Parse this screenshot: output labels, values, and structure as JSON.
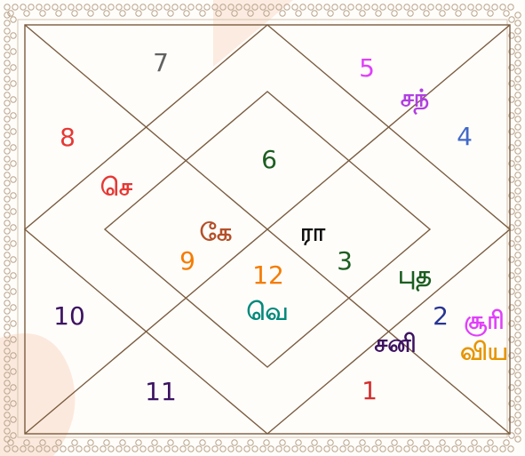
{
  "colors": {
    "chart_line": "#7a5c3f",
    "border_ornament": "#b9a48c",
    "border_inner": "#d3c4b0",
    "watermark": "#fbe3d6"
  },
  "house_numbers": [
    {
      "text": "1",
      "color": "#d32f2f"
    },
    {
      "text": "2",
      "color": "#283593"
    },
    {
      "text": "3",
      "color": "#1b5e20"
    },
    {
      "text": "4",
      "color": "#4169c8"
    },
    {
      "text": "5",
      "color": "#e040fb"
    },
    {
      "text": "6",
      "color": "#1b5e20"
    },
    {
      "text": "7",
      "color": "#616161"
    },
    {
      "text": "8",
      "color": "#e53935"
    },
    {
      "text": "9",
      "color": "#f57c00"
    },
    {
      "text": "10",
      "color": "#3c1361"
    },
    {
      "text": "11",
      "color": "#3c1361"
    },
    {
      "text": "12",
      "color": "#f57c00"
    }
  ],
  "planets": [
    {
      "text": "செ",
      "color": "#e53935"
    },
    {
      "text": "சந்",
      "color": "#b040e0"
    },
    {
      "text": "கே",
      "color": "#b4502a"
    },
    {
      "text": "ரா",
      "color": "#111111"
    },
    {
      "text": "வெ",
      "color": "#00897b"
    },
    {
      "text": "புத",
      "color": "#1b5e20"
    },
    {
      "text": "சனி",
      "color": "#3c1361"
    },
    {
      "text": "சூரி",
      "color": "#e040fb"
    },
    {
      "text": "விய",
      "color": "#e69500"
    }
  ]
}
